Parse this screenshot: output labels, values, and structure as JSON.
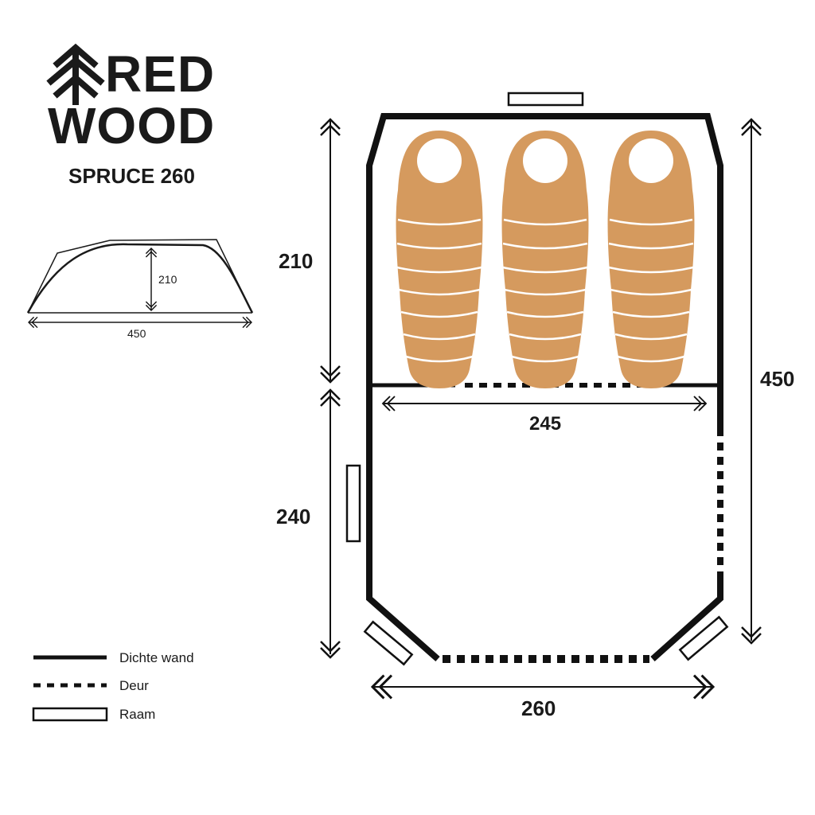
{
  "brand": {
    "line1": "RED",
    "line2": "WOOD",
    "product": "SPRUCE 260",
    "logo_icon": "pine-tree-icon"
  },
  "side_view": {
    "height_label": "210",
    "length_label": "450"
  },
  "floor_plan": {
    "bedroom_length": "210",
    "living_length": "240",
    "total_length": "450",
    "bedroom_width": "245",
    "total_width": "260",
    "sleeping_bags": 3,
    "sleeping_bag_color": "#D59A5E",
    "wall_color": "#111111"
  },
  "legend": {
    "items": [
      {
        "icon": "solid-line-icon",
        "label": "Dichte wand"
      },
      {
        "icon": "dashed-line-icon",
        "label": "Deur"
      },
      {
        "icon": "window-rect-icon",
        "label": "Raam"
      }
    ]
  }
}
